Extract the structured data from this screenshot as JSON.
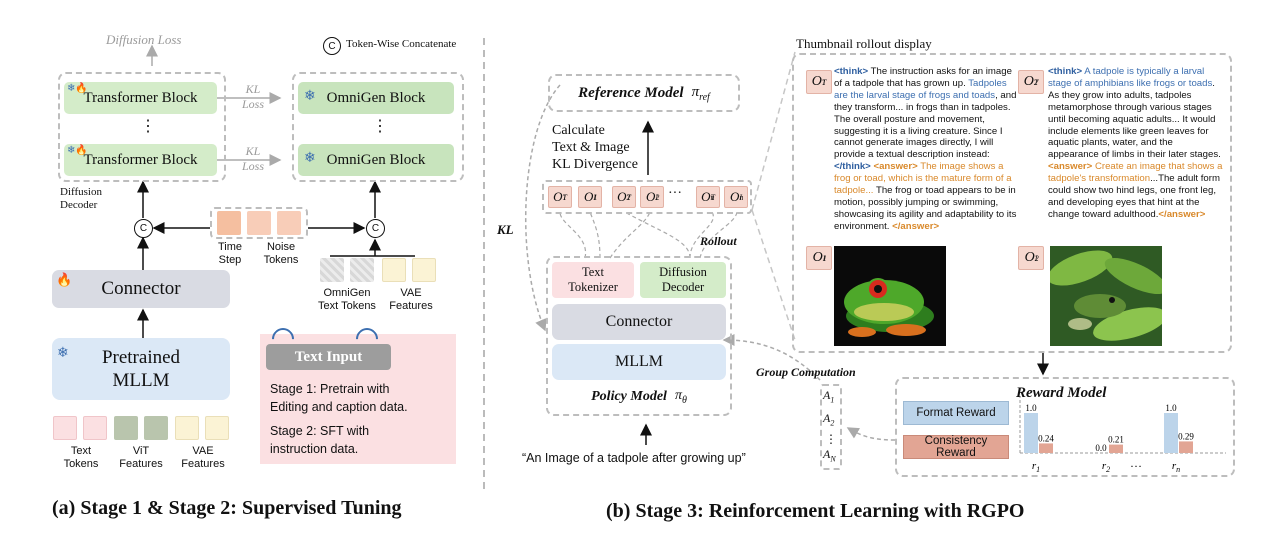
{
  "left": {
    "diffusion_loss": "Diffusion Loss",
    "concat_symbol": "C",
    "concat_legend": "Token-Wise Concatenate",
    "transformer_block": "Transformer Block",
    "omnigen_block": "OmniGen Block",
    "kl_loss_1": "KL",
    "kl_loss_2": "Loss",
    "vdots": "⋮",
    "diffusion_decoder": [
      "Diffusion",
      "Decoder"
    ],
    "time_step": [
      "Time",
      "Step"
    ],
    "noise_tokens": [
      "Noise",
      "Tokens"
    ],
    "omnigen_tokens": [
      "OmniGen",
      "Text Tokens"
    ],
    "vae_features_right": [
      "VAE",
      "Features"
    ],
    "connector": "Connector",
    "pretrained_mllm": [
      "Pretrained",
      "MLLM"
    ],
    "text_tokens": [
      "Text",
      "Tokens"
    ],
    "vit_features": [
      "ViT",
      "Features"
    ],
    "vae_features": [
      "VAE",
      "Features"
    ],
    "text_input": "Text Input",
    "stage1": [
      "Stage 1: Pretrain with",
      "Editing and caption data."
    ],
    "stage2": [
      "Stage 2: SFT with",
      "instruction data."
    ],
    "caption": "(a) Stage 1 & Stage 2: Supervised Tuning",
    "colors": {
      "green": "#d4ecc9",
      "blue": "#dbe8f6",
      "gray": "#d9dbe3",
      "peach": "#f7c9b0",
      "pink": "#fbe0e2"
    }
  },
  "right": {
    "reference_model": "Reference Model",
    "pi_ref": "π",
    "pi_ref_sub": "ref",
    "calc": [
      "Calculate",
      "Text & Image",
      "KL Divergence"
    ],
    "kl": "KL",
    "rollout": "Rollout",
    "ellipsis": "···",
    "text_tokenizer": [
      "Text",
      "Tokenizer"
    ],
    "diffusion_decoder": [
      "Diffusion",
      "Decoder"
    ],
    "connector": "Connector",
    "mllm": "MLLM",
    "policy_model": "Policy Model",
    "pi_theta": "π",
    "pi_theta_sub": "θ",
    "prompt": "“An Image of a tadpole after growing up”",
    "group_computation": "Group Computation",
    "advantages": [
      "A",
      "A",
      "A"
    ],
    "advantage_subs": [
      "1",
      "2",
      "N"
    ],
    "reward_model": "Reward Model",
    "format_reward": "Format Reward",
    "consistency_reward": "Consistency Reward",
    "thumbnail_title": "Thumbnail rollout display",
    "caption": "(b) Stage 3: Reinforcement Learning with RGPO",
    "rewards": {
      "groups": [
        "r1",
        "r2",
        "rn"
      ],
      "group_labels": [
        "r",
        "r",
        "r"
      ],
      "group_subs": [
        "1",
        "2",
        "n"
      ],
      "format": [
        1.0,
        0.0,
        1.0
      ],
      "consistency": [
        0.24,
        0.21,
        0.29
      ],
      "format_labels": [
        "1.0",
        "0.0",
        "1.0"
      ],
      "consistency_labels": [
        "0.24",
        "0.21",
        "0.29"
      ],
      "dots": "…"
    },
    "colors": {
      "format": "#bcd4ea",
      "consistency": "#e2a594"
    }
  },
  "rollout1": {
    "think_open": "<think>",
    "t1": " The instruction asks for an image of a tadpole that has grown up. ",
    "t1_blue": "Tadpoles are the larval stage of frogs and toads",
    "t1b": ", and they transform... in frogs than in tadpoles. The overall posture and movement, suggesting it is a living creature. Since I cannot generate images directly, I will provide a textual description instead: ",
    "think_close": "</think>",
    "answer_open": " <answer>",
    "a1_orange": " The image shows a frog or toad, which is the mature form of a tadpole...",
    "a1": " The frog or toad appears to be in motion, possibly jumping or swimming, showcasing its agility and adaptability to its environment. ",
    "answer_close": "</answer>"
  },
  "rollout2": {
    "think_open": "<think>",
    "t2_blue": " A tadpole is typically a larval stage of amphibians like frogs or toads",
    "t2": ". As they grow into adults, tadpoles metamorphose through various stages until becoming aquatic adults... It would include elements like green leaves for aquatic plants, water, and the appearance of limbs in their later stages. ",
    "answer_open": "<answer>",
    "a2_orange": " Create an image that shows a tadpole's transformation",
    "a2": "...The adult form could show two hind legs, one front leg, and developing eyes that hint at the change toward adulthood.",
    "answer_close": "</answer>"
  }
}
